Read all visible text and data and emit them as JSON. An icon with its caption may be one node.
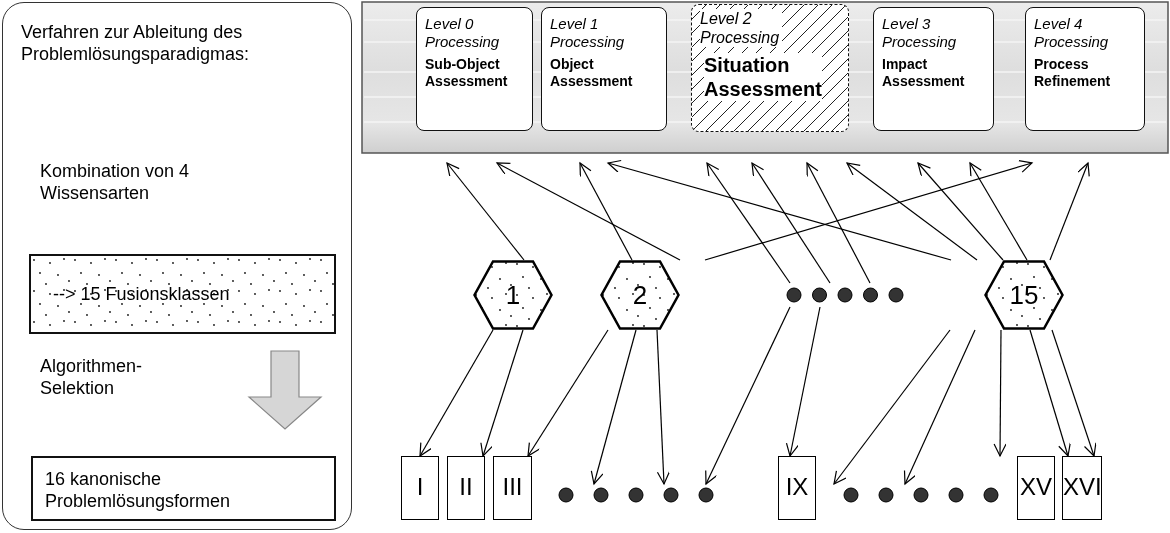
{
  "diagram": {
    "nodes": [
      {
        "text": [
          "Verfahren zur Ableitung des Problemlösungsparadigmas:"
        ]
      },
      {
        "text": [
          "--> 15 Fusionsklassen"
        ],
        "in": 0
      },
      {
        "text": [
          "16 kanonische Problemlösungsformen"
        ],
        "in": 0
      },
      {
        "text": [],
        "shape": "box"
      },
      {
        "text": [
          "Level 0 Processing",
          "Sub-Object Assessment"
        ],
        "in": 3
      },
      {
        "text": [
          "Level 1 Processing",
          "Object Assessment"
        ],
        "in": 3
      },
      {
        "text": [
          "Level 2 Processing",
          "Situation Assessment"
        ],
        "in": 3
      },
      {
        "text": [
          "Level 3 Processing",
          "Impact Assessment"
        ],
        "in": 3
      },
      {
        "text": [
          "Level 4 Processing",
          "Process Refinement"
        ],
        "in": 3
      },
      {
        "text": [
          "1"
        ]
      },
      {
        "text": [
          "2"
        ]
      },
      {
        "text": [],
        "shape": "dots"
      },
      {
        "text": [
          "15"
        ]
      },
      {
        "text": [
          "I"
        ]
      },
      {
        "text": [
          "II"
        ]
      },
      {
        "text": [
          "III"
        ]
      },
      {
        "text": [],
        "shape": "dots"
      },
      {
        "text": [
          "IX"
        ]
      },
      {
        "text": [],
        "shape": "dots"
      },
      {
        "text": [
          "XV"
        ]
      },
      {
        "text": [
          "XVI"
        ]
      }
    ],
    "edges": [
      {
        "from": 1,
        "to": 2,
        "arrow": "to",
        "style": "thick",
        "color": "#d6d6d6"
      },
      {
        "from": 9,
        "to": 4,
        "arrow": "to"
      },
      {
        "from": 10,
        "to": 4,
        "arrow": "to"
      },
      {
        "from": 10,
        "to": 5,
        "arrow": "to"
      },
      {
        "from": 10,
        "to": 8,
        "arrow": "to"
      },
      {
        "from": 12,
        "to": 5,
        "arrow": "to"
      },
      {
        "from": 11,
        "to": 6,
        "arrow": "to"
      },
      {
        "from": 11,
        "to": 6,
        "arrow": "to"
      },
      {
        "from": 11,
        "to": 6,
        "arrow": "to"
      },
      {
        "from": 12,
        "to": 6,
        "arrow": "to"
      },
      {
        "from": 12,
        "to": 7,
        "arrow": "to"
      },
      {
        "from": 12,
        "to": 7,
        "arrow": "to"
      },
      {
        "from": 12,
        "to": 8,
        "arrow": "to"
      },
      {
        "from": 9,
        "to": 13,
        "arrow": "to"
      },
      {
        "from": 9,
        "to": 14,
        "arrow": "to"
      },
      {
        "from": 10,
        "to": 15,
        "arrow": "to"
      },
      {
        "from": 10,
        "to": 16,
        "arrow": "to"
      },
      {
        "from": 10,
        "to": 16,
        "arrow": "to"
      },
      {
        "from": 11,
        "to": 16,
        "arrow": "to"
      },
      {
        "from": 11,
        "to": 17,
        "arrow": "to"
      },
      {
        "from": 12,
        "to": 18,
        "arrow": "to"
      },
      {
        "from": 12,
        "to": 18,
        "arrow": "to"
      },
      {
        "from": 12,
        "to": 19,
        "arrow": "to"
      },
      {
        "from": 12,
        "to": 20,
        "arrow": "to"
      },
      {
        "from": 12,
        "to": 20,
        "arrow": "to"
      }
    ],
    "labels": [
      "Kombination von 4 Wissensarten",
      "Algorithmen- Selektion"
    ]
  }
}
